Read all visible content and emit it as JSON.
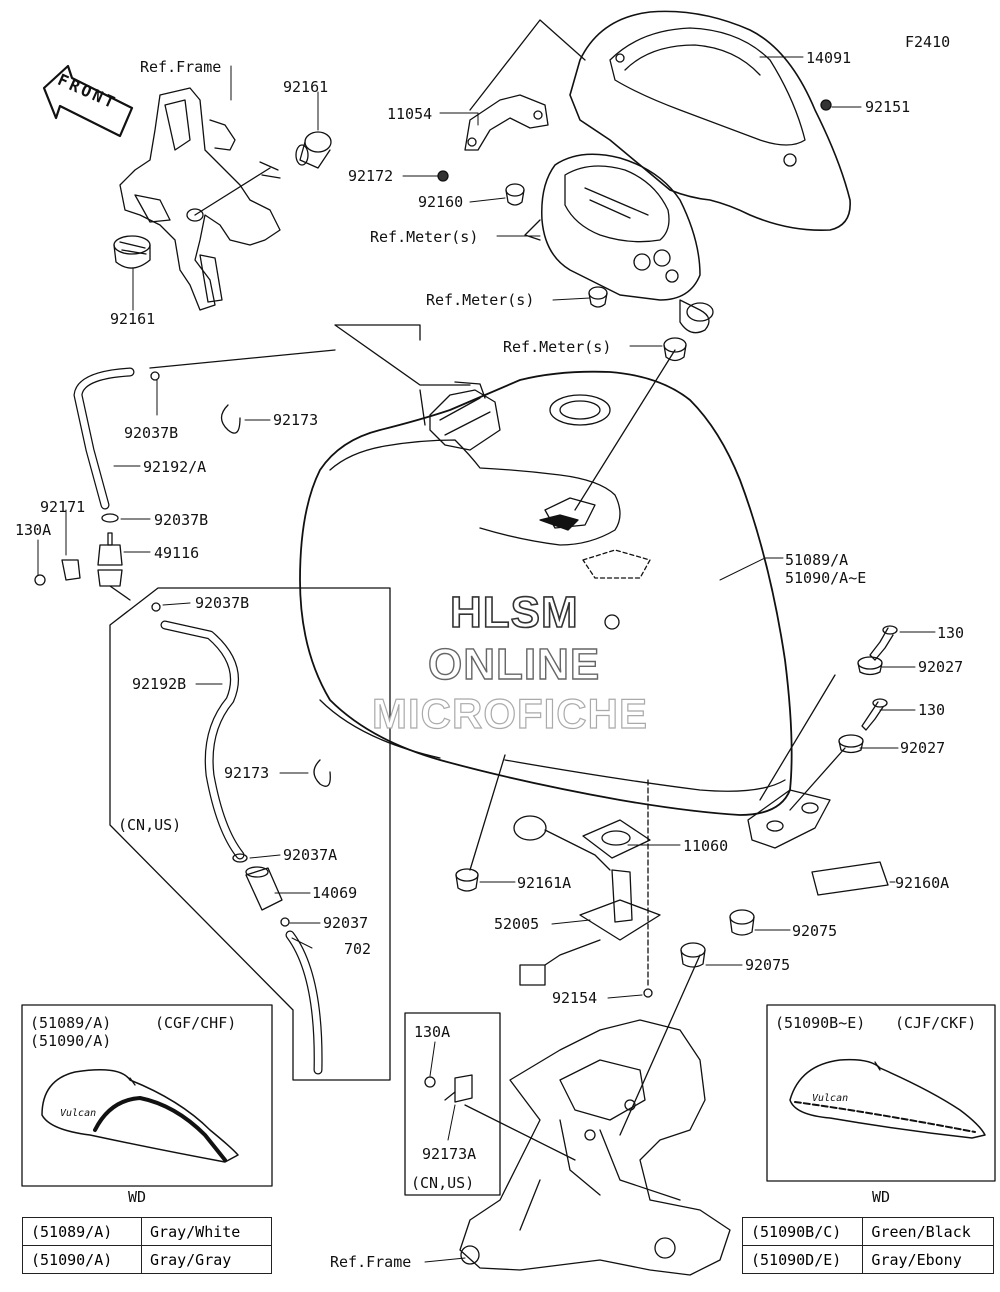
{
  "figure_code": "F2410",
  "front_label": "FRONT",
  "watermark": {
    "line1": "HLSM",
    "line2": "ONLINE",
    "line3": "MICROFICHE"
  },
  "callouts": {
    "ref_frame_top": "Ref.Frame",
    "p92161_top": "92161",
    "p92161_bottom": "92161",
    "p11054": "11054",
    "p14091": "14091",
    "p92151": "92151",
    "p92172": "92172",
    "p92160": "92160",
    "ref_meter_1": "Ref.Meter(s)",
    "ref_meter_2": "Ref.Meter(s)",
    "ref_meter_3": "Ref.Meter(s)",
    "p92037B_1": "92037B",
    "p92173_1": "92173",
    "p92192A": "92192/A",
    "p92171": "92171",
    "p130A_left": "130A",
    "p92037B_2": "92037B",
    "p49116": "49116",
    "p92037B_3": "92037B",
    "p92192B": "92192B",
    "p92173_2": "92173",
    "cn_us_1": "(CN,US)",
    "p92037A": "92037A",
    "p14069": "14069",
    "p92037": "92037",
    "p702": "702",
    "p51089A": "51089/A",
    "p51090AE": "51090/A~E",
    "p130_1": "130",
    "p92027_1": "92027",
    "p130_2": "130",
    "p92027_2": "92027",
    "p11060": "11060",
    "p92161A": "92161A",
    "p92160A": "92160A",
    "p52005": "52005",
    "p92075_1": "92075",
    "p92075_2": "92075",
    "p92154": "92154",
    "p130A_box": "130A",
    "p92173A": "92173A",
    "cn_us_2": "(CN,US)",
    "ref_frame_bottom": "Ref.Frame"
  },
  "inset_left": {
    "code1": "(51089/A)",
    "code2": "(51090/A)",
    "variant": "(CGF/CHF)",
    "caption": "WD",
    "tank_logo": "Vulcan"
  },
  "inset_right": {
    "code": "(51090B~E)",
    "variant": "(CJF/CKF)",
    "caption": "WD",
    "tank_logo": "Vulcan"
  },
  "color_table_left": [
    {
      "code": "(51089/A)",
      "color": "Gray/White"
    },
    {
      "code": "(51090/A)",
      "color": "Gray/Gray"
    }
  ],
  "color_table_right": [
    {
      "code": "(51090B/C)",
      "color": "Green/Black"
    },
    {
      "code": "(51090D/E)",
      "color": "Gray/Ebony"
    }
  ]
}
